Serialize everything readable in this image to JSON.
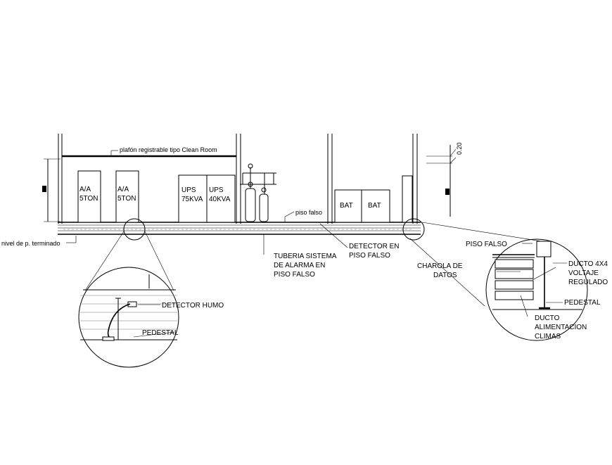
{
  "labels": {
    "ceiling": "plafón registrable tipo Clean Room",
    "ac1_line1": "A/A",
    "ac1_line2": "5TON",
    "ac2_line1": "A/A",
    "ac2_line2": "5TON",
    "ups1_line1": "UPS",
    "ups1_line2": "75KVA",
    "ups2_line1": "UPS",
    "ups2_line2": "40KVA",
    "bat1": "BAT",
    "bat2": "BAT",
    "raised_floor": "piso falso",
    "finished_level": "nivel de p. terminado",
    "alarm_pipe_1": "TUBERIA SISTEMA",
    "alarm_pipe_2": "DE ALARMA EN",
    "alarm_pipe_3": "PISO FALSO",
    "detector_1": "DETECTOR EN",
    "detector_2": "PISO FALSO",
    "dim_020": "0.20",
    "detail_left_detector": "DETECTOR HUMO",
    "detail_left_pedestal": "PEDESTAL",
    "detail_right_floor": "PISO FALSO",
    "detail_right_tray_1": "CHAROLA DE",
    "detail_right_tray_2": "DATOS",
    "detail_right_duct_1": "DUCTO 4X4",
    "detail_right_duct_2": "VOLTAJE",
    "detail_right_duct_3": "REGULADO",
    "detail_right_pedestal": "PEDESTAL",
    "detail_right_supply_1": "DUCTO",
    "detail_right_supply_2": "ALIMENTACION",
    "detail_right_supply_3": "CLIMAS"
  }
}
